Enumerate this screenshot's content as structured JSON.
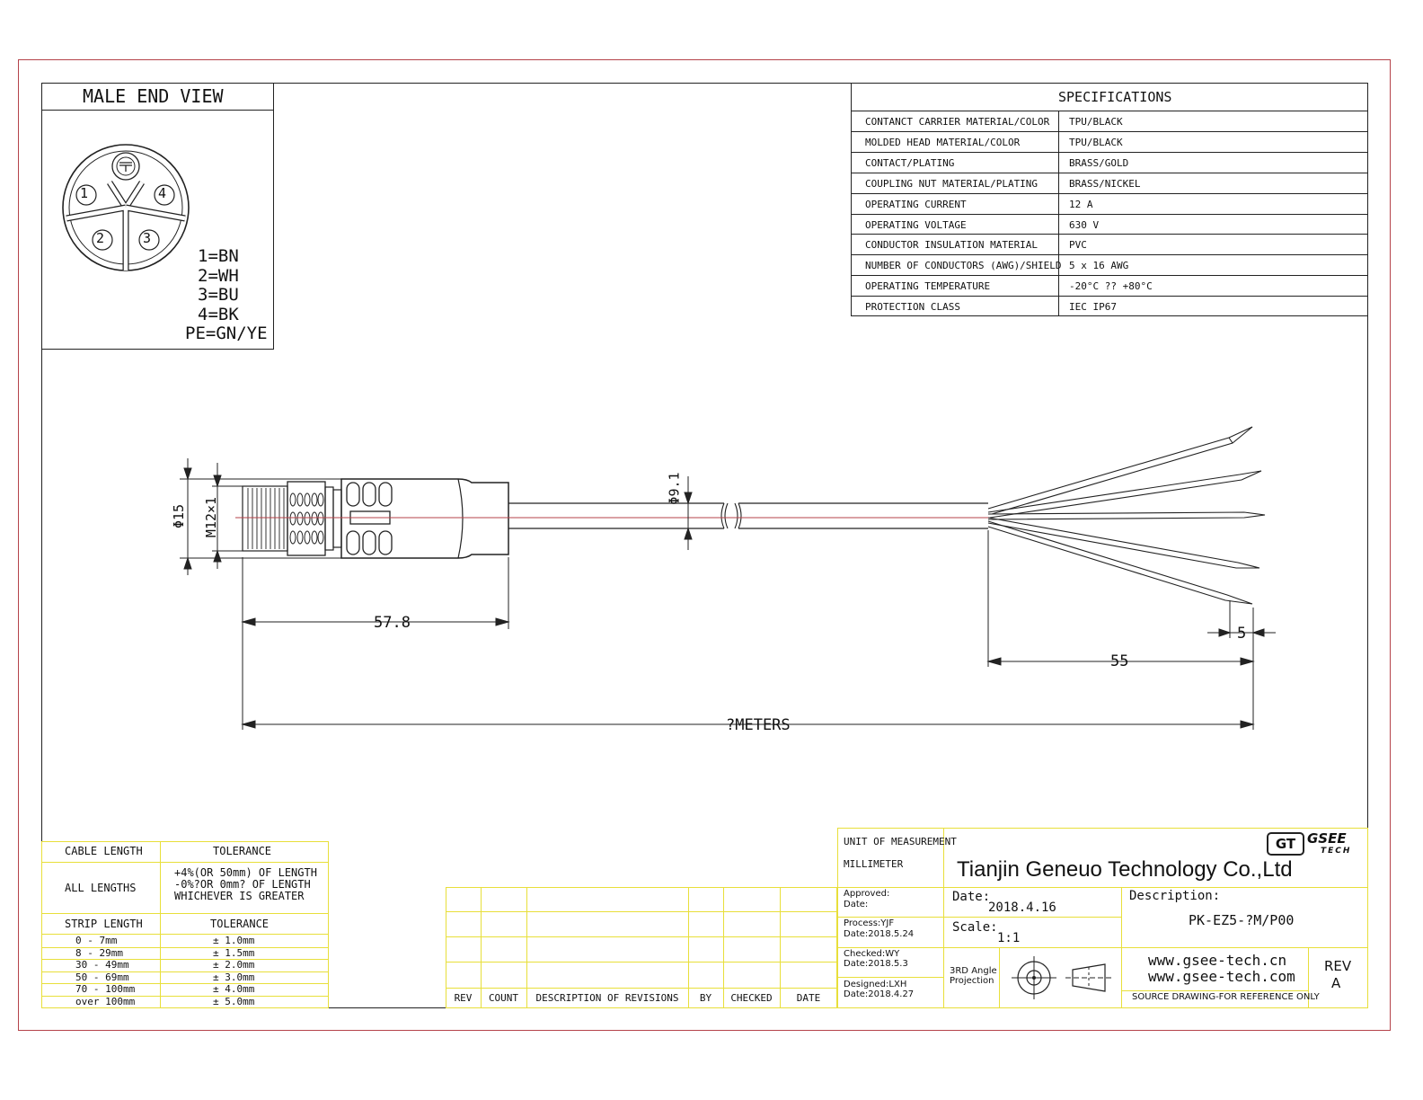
{
  "male_end_view": {
    "title": "MALE END VIEW",
    "pins": [
      "1",
      "2",
      "3",
      "4"
    ],
    "wires": [
      "1=BN",
      "2=WH",
      "3=BU",
      "4=BK",
      "PE=GN/YE"
    ]
  },
  "specifications": {
    "title": "SPECIFICATIONS",
    "rows": [
      {
        "label": "CONTANCT CARRIER MATERIAL/COLOR",
        "value": "TPU/BLACK"
      },
      {
        "label": "MOLDED HEAD MATERIAL/COLOR",
        "value": "TPU/BLACK"
      },
      {
        "label": "CONTACT/PLATING",
        "value": "BRASS/GOLD"
      },
      {
        "label": "COUPLING NUT MATERIAL/PLATING",
        "value": "BRASS/NICKEL"
      },
      {
        "label": "OPERATING CURRENT",
        "value": "12 A"
      },
      {
        "label": "OPERATING VOLTAGE",
        "value": "630 V"
      },
      {
        "label": "CONDUCTOR INSULATION MATERIAL",
        "value": "PVC"
      },
      {
        "label": "NUMBER OF CONDUCTORS (AWG)/SHIELD",
        "value": "5 x 16 AWG"
      },
      {
        "label": "OPERATING TEMPERATURE",
        "value": "-20°C ?? +80°C"
      },
      {
        "label": "PROTECTION CLASS",
        "value": "IEC  IP67"
      }
    ]
  },
  "dimensions": {
    "d15": "Φ15",
    "m12": "M12×1",
    "d9": "Φ9.1",
    "len578": "57.8",
    "len55": "55",
    "len5": "5",
    "total": "?METERS"
  },
  "tolerance_table": {
    "h1": "CABLE LENGTH",
    "h2": "TOLERANCE",
    "all_lengths": "ALL LENGTHS",
    "all_tol": [
      "+4%(OR 50mm) OF LENGTH",
      "-0%?OR 0mm? OF LENGTH",
      "WHICHEVER  IS  GREATER"
    ],
    "strip_h1": "STRIP LENGTH",
    "strip_h2": "TOLERANCE",
    "strip_rows": [
      {
        "len": "0 - 7mm",
        "tol": "± 1.0mm"
      },
      {
        "len": "8 - 29mm",
        "tol": "± 1.5mm"
      },
      {
        "len": "30 - 49mm",
        "tol": "± 2.0mm"
      },
      {
        "len": "50 - 69mm",
        "tol": "± 3.0mm"
      },
      {
        "len": "70 - 100mm",
        "tol": "± 4.0mm"
      },
      {
        "len": "over 100mm",
        "tol": "± 5.0mm"
      }
    ]
  },
  "revisions": {
    "headers": [
      "REV",
      "COUNT",
      "DESCRIPTION  OF  REVISIONS",
      "BY",
      "CHECKED",
      "DATE"
    ]
  },
  "title_block": {
    "unit_label": "UNIT OF MEASUREMENT",
    "unit": "MILLIMETER",
    "logo_gt": "GT",
    "logo_gsee": "GSEE",
    "logo_tech": "TECH",
    "company": "Tianjin Geneuo Technology Co.,Ltd",
    "approved": "Approved:",
    "approved_date": "Date:",
    "process": "Process:YJF",
    "process_date": "Date:2018.5.24",
    "checked": "Checked:WY",
    "checked_date": "Date:2018.5.3",
    "designed": "Designed:LXH",
    "designed_date": "Date:2018.4.27",
    "date_label": "Date:",
    "date": "2018.4.16",
    "scale_label": "Scale:",
    "scale": "1:1",
    "projection": [
      "3RD Angle",
      "Projection"
    ],
    "description_label": "Description:",
    "description": "PK-EZ5-?M/P00",
    "web1": "www.gsee-tech.cn",
    "web2": "www.gsee-tech.com",
    "source": "SOURCE DRAWING-FOR REFERENCE ONLY",
    "rev_label": "REV",
    "rev": "A"
  }
}
